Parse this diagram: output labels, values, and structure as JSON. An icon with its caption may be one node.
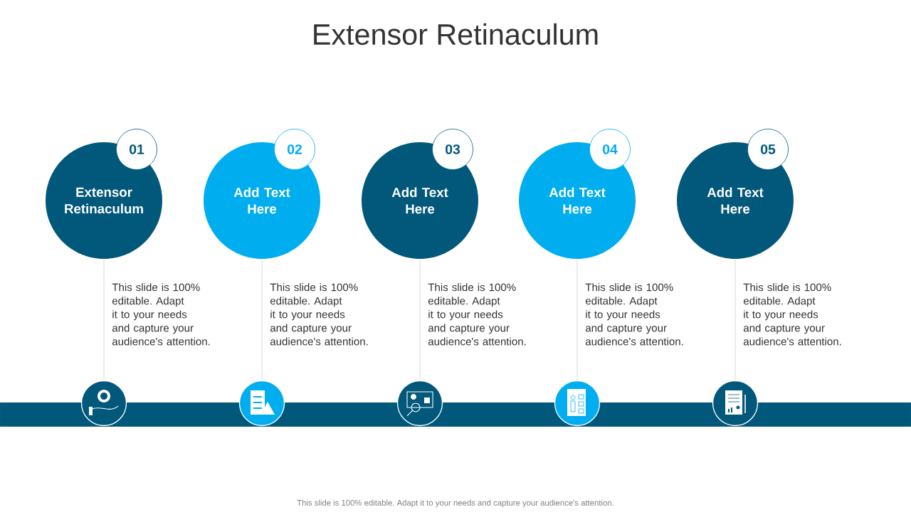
{
  "diagram": {
    "title": "Extensor Retinaculum",
    "nodes": [
      {
        "text": [
          "Extensor Retinaculum"
        ],
        "beside": [
          "This slide is 100% editable. Adapt it to your needs and capture your audience's attention."
        ]
      },
      {
        "text": [
          "Add Text Here"
        ],
        "beside": [
          "This slide is 100% editable. Adapt it to your needs and capture your audience's attention."
        ]
      },
      {
        "text": [
          "Add Text Here"
        ],
        "beside": [
          "This slide is 100% editable. Adapt it to your needs and capture your audience's attention."
        ]
      },
      {
        "text": [
          "Add Text Here"
        ],
        "beside": [
          "This slide is 100% editable. Adapt it to your needs and capture your audience's attention."
        ]
      },
      {
        "text": [
          "Add Text Here"
        ],
        "beside": [
          "This slide is 100% editable. Adapt it to your needs and capture your audience's attention."
        ]
      },
      {
        "text": [
          "01"
        ]
      },
      {
        "text": [
          "02"
        ]
      },
      {
        "text": [
          "03"
        ]
      },
      {
        "text": [
          "04"
        ]
      },
      {
        "text": [
          "05"
        ]
      },
      {
        "text": [],
        "shape": "circle"
      },
      {
        "text": [],
        "shape": "circle"
      },
      {
        "text": [],
        "shape": "circle"
      },
      {
        "text": [],
        "shape": "circle"
      },
      {
        "text": [],
        "shape": "circle"
      },
      {
        "text": [],
        "shape": "bar"
      }
    ],
    "edges": [
      {
        "from": 0,
        "to": 10,
        "arrow": "none"
      },
      {
        "from": 1,
        "to": 11,
        "arrow": "none"
      },
      {
        "from": 2,
        "to": 12,
        "arrow": "none"
      },
      {
        "from": 3,
        "to": 13,
        "arrow": "none"
      },
      {
        "from": 4,
        "to": 14,
        "arrow": "none"
      }
    ],
    "labels": [
      "This slide is 100% editable. Adapt it to your needs and capture your audience's attention."
    ]
  }
}
